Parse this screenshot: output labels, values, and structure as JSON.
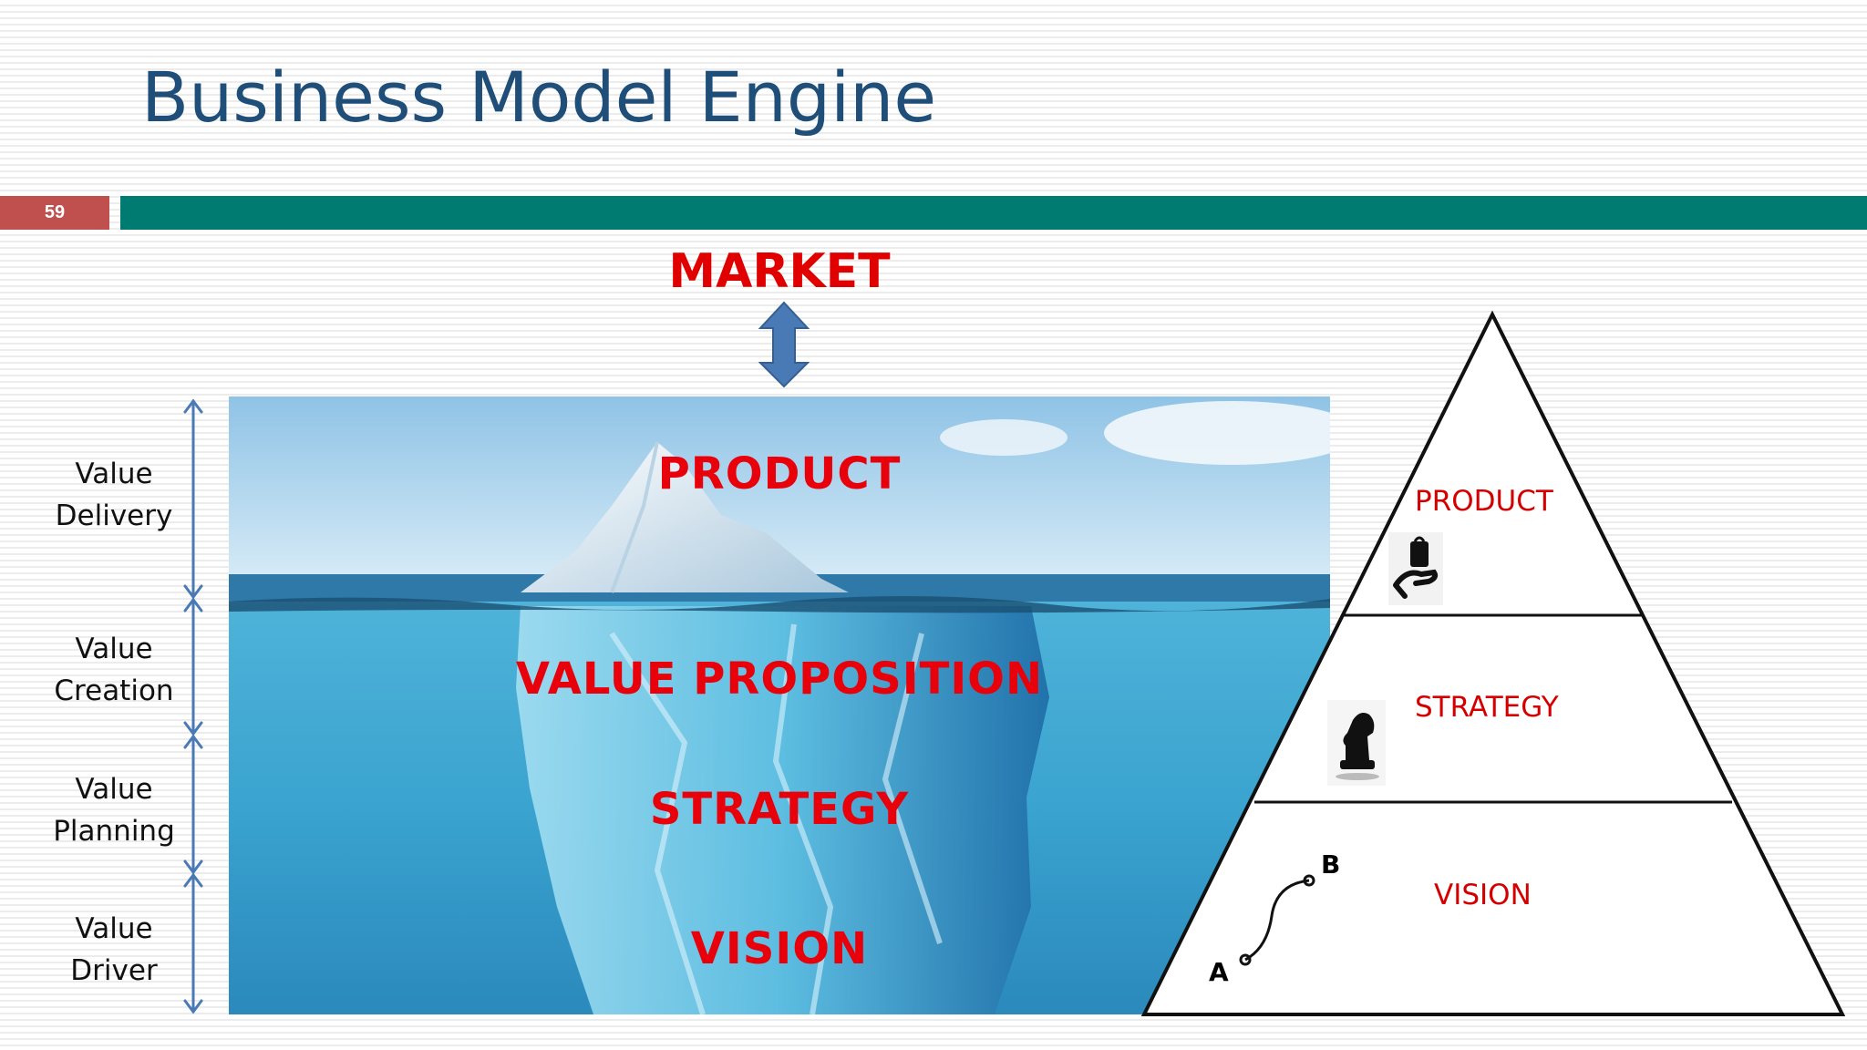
{
  "slide": {
    "title": "Business Model Engine",
    "number": "59"
  },
  "market": "MARKET",
  "left_labels": [
    {
      "line1": "Value",
      "line2": "Delivery"
    },
    {
      "line1": "Value",
      "line2": "Creation"
    },
    {
      "line1": "Value",
      "line2": "Planning"
    },
    {
      "line1": "Value",
      "line2": "Driver"
    }
  ],
  "iceberg": {
    "product": "PRODUCT",
    "value_proposition": "VALUE PROPOSITION",
    "strategy": "STRATEGY",
    "vision": "VISION"
  },
  "pyramid": {
    "product": "PRODUCT",
    "strategy": "STRATEGY",
    "vision": "VISION",
    "point_a": "A",
    "point_b": "B"
  },
  "icons": [
    "hand-holding-bag-icon",
    "chess-knight-icon",
    "a-to-b-path-icon"
  ],
  "colors": {
    "title": "#1f4e79",
    "slide_number_bg": "#c0504d",
    "header_bar": "#007b72",
    "label_red": "#e00000",
    "arrow_blue": "#4a7ab5"
  }
}
